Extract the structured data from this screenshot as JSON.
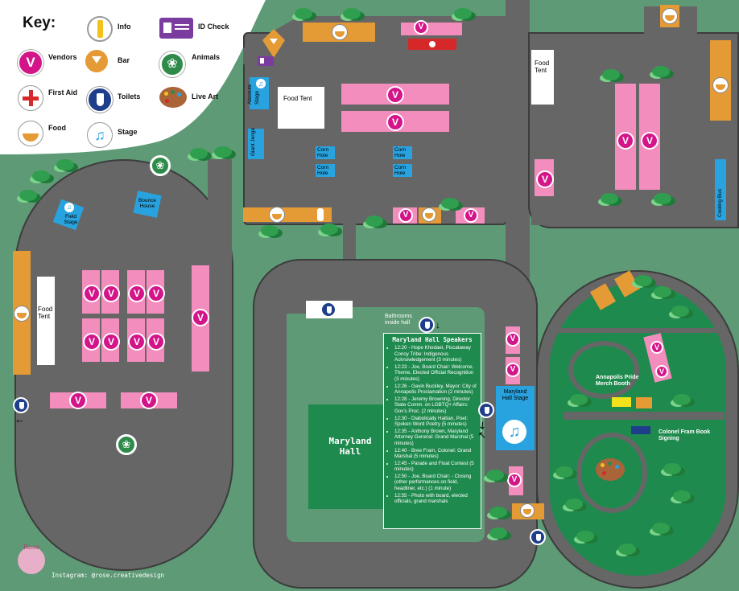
{
  "key": {
    "title": "Key:",
    "items": [
      {
        "label": "Info",
        "icon": "info-icon"
      },
      {
        "label": "ID Check",
        "icon": "id-card-icon"
      },
      {
        "label": "Vendors",
        "icon": "vendor-v-icon"
      },
      {
        "label": "Bar",
        "icon": "cocktail-bottle-icon"
      },
      {
        "label": "Animals",
        "icon": "paw-icon"
      },
      {
        "label": "First Aid",
        "icon": "first-aid-cross-icon"
      },
      {
        "label": "Toilets",
        "icon": "toilet-icon"
      },
      {
        "label": "Live Art",
        "icon": "paint-palette-icon"
      },
      {
        "label": "Food",
        "icon": "food-bowl-icon"
      },
      {
        "label": "Stage",
        "icon": "music-note-icon"
      }
    ]
  },
  "labels": {
    "food_tent_center": "Food Tent",
    "food_tent_right": "Food Tent",
    "food_tent_left": "Food Tent",
    "absolute_stage": "Absolute Stage",
    "giant_jenga": "Giant Jenga",
    "corn_hole": "Corn Hole",
    "cooling_bus": "Cooling Bus",
    "field_stage": "Field Stage",
    "bounce_house": "Bounce House",
    "bathrooms": "Bathrooms inside hall",
    "maryland_hall": "Maryland Hall",
    "maryland_hall_stage": "Maryland Hall Stage",
    "merch_booth": "Annapolis Pride Merch Booth",
    "book_signing": "Colonel Fram Book Signing",
    "instagram": "Instagram: @rose.creativedesign",
    "logo_text": "Rose"
  },
  "vendor_letter": "V",
  "speakers": {
    "title": "Maryland Hall Speakers",
    "items": [
      "12:20 - Hope Khodaei, Piscataway Conoy Tribe: Indigenous Acknowledgement (3 minutes)",
      "12:23 - Joe, Board Chair: Welcome, Theme, Elected Official Recognition (3 minutes)",
      "12:26 - Gavin Buckley, Mayor: City of Annapolis Proclamation (2 minutes)",
      "12:28 - Jeremy Browning, Director State Comm. on LGBTQ+ Affairs: Gov's Proc. (2 minutes)",
      "12:30 - Diabolically Haitian, Poet: Spoken Word Poetry (5 minutes)",
      "12:35 - Anthony Brown, Maryland Attorney General: Grand Marshal (5 minutes)",
      "12:40 - Bree Fram, Colonel: Grand Marshal (5 minutes)",
      "12:45 - Parade and Float Contest (5 minutes)",
      "12:50 - Joe, Board Chair: - Closing (other performances on field, headliner, etc.) (1 minute)",
      "12:55 - Photo with board, elected officials, grand marshals"
    ]
  },
  "colors": {
    "grass": "#5e9a76",
    "asphalt": "#666666",
    "vendor": "#f28dbd",
    "food": "#e49a35",
    "stage": "#29a3df",
    "park": "#1f8a4e"
  }
}
